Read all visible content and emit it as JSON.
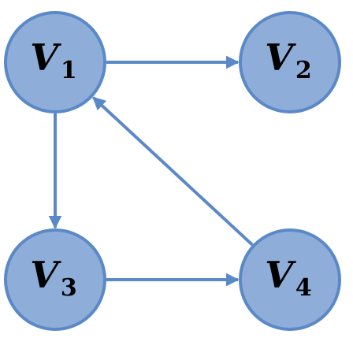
{
  "diagram": {
    "type": "directed-graph",
    "colors": {
      "node_fill": "#8fadd9",
      "node_stroke": "#5b89c8",
      "edge": "#5b89c8",
      "label": "#000000"
    },
    "nodes": [
      {
        "id": "v1",
        "letter": "V",
        "subscript": "1"
      },
      {
        "id": "v2",
        "letter": "V",
        "subscript": "2"
      },
      {
        "id": "v3",
        "letter": "V",
        "subscript": "3"
      },
      {
        "id": "v4",
        "letter": "V",
        "subscript": "4"
      }
    ],
    "edges": [
      {
        "from": "v1",
        "to": "v2"
      },
      {
        "from": "v1",
        "to": "v3"
      },
      {
        "from": "v3",
        "to": "v4"
      },
      {
        "from": "v4",
        "to": "v1"
      }
    ]
  }
}
